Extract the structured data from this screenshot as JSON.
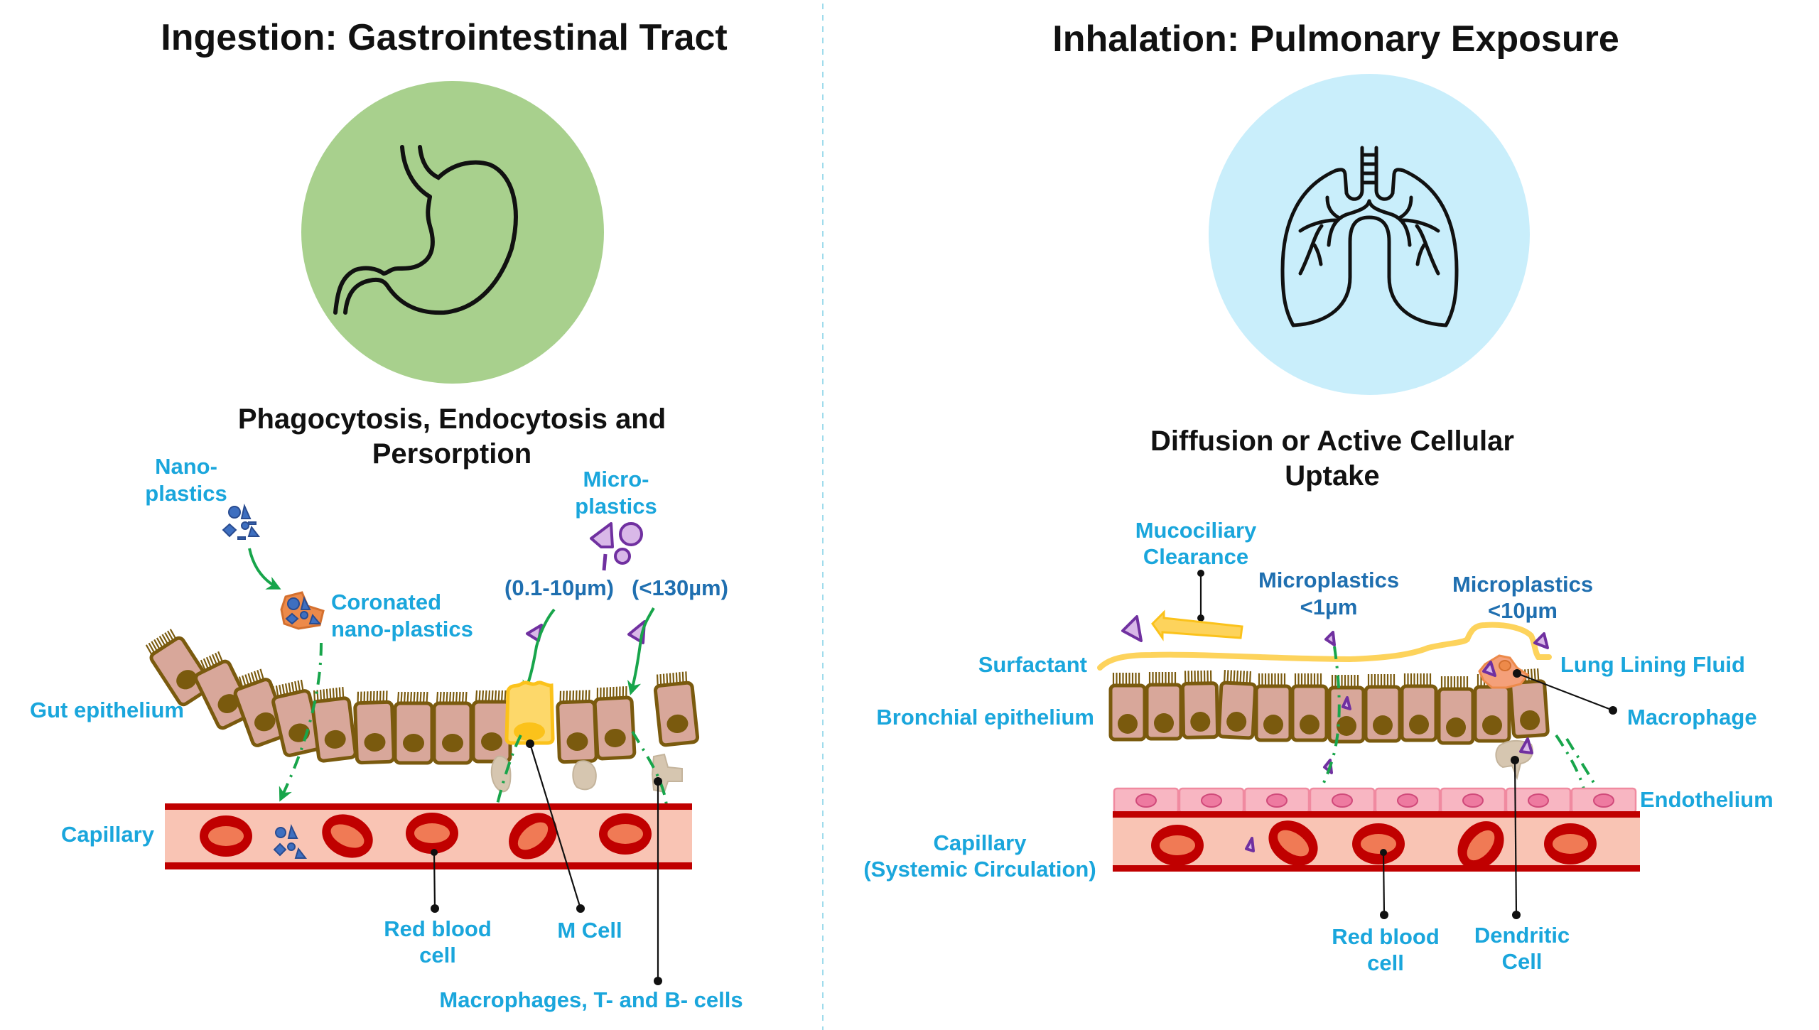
{
  "left_panel": {
    "title": "Ingestion: Gastrointestinal Tract",
    "icon": "stomach-icon",
    "icon_circle_color": "#a8d08d",
    "subtitle_line1": "Phagocytosis, Endocytosis and",
    "subtitle_line2": "Persorption",
    "labels": {
      "nanoplastics_line1": "Nano-",
      "nanoplastics_line2": "plastics",
      "microplastics_line1": "Micro-",
      "microplastics_line2": "plastics",
      "size_small": "(0.1-10µm)",
      "size_large": "(<130µm)",
      "coronated_line1": "Coronated",
      "coronated_line2": "nano-plastics",
      "gut_epithelium": "Gut epithelium",
      "capillary": "Capillary",
      "rbc_line1": "Red blood",
      "rbc_line2": "cell",
      "m_cell": "M Cell",
      "immune_cells": "Macrophages, T- and B- cells"
    }
  },
  "right_panel": {
    "title": "Inhalation: Pulmonary Exposure",
    "icon": "lungs-icon",
    "icon_circle_color": "#c9eefb",
    "subtitle_line1": "Diffusion or Active Cellular",
    "subtitle_line2": "Uptake",
    "labels": {
      "mucociliary_line1": "Mucociliary",
      "mucociliary_line2": "Clearance",
      "mp_small_line1": "Microplastics",
      "mp_small_line2": "<1µm",
      "mp_large_line1": "Microplastics",
      "mp_large_line2": "<10µm",
      "surfactant": "Surfactant",
      "lung_lining_fluid": "Lung Lining Fluid",
      "bronchial_epithelium": "Bronchial epithelium",
      "macrophage": "Macrophage",
      "endothelium": "Endothelium",
      "capillary_line1": "Capillary",
      "capillary_line2": "(Systemic Circulation)",
      "rbc_line1": "Red blood",
      "rbc_line2": "cell",
      "dendritic_line1": "Dendritic",
      "dendritic_line2": "Cell"
    }
  },
  "colors": {
    "label_cyan": "#1aa6dc",
    "label_blue": "#1f6fb0",
    "arrow_green": "#18a54b",
    "microplastic_purple": "#7030a0",
    "nanoplastic_blue": "#3e6fc0",
    "rbc_red": "#c00000",
    "epithelium_cell": "#d8a79a",
    "nucleus_brown": "#7a5a0e",
    "surfactant_yellow": "#fdd35c"
  }
}
